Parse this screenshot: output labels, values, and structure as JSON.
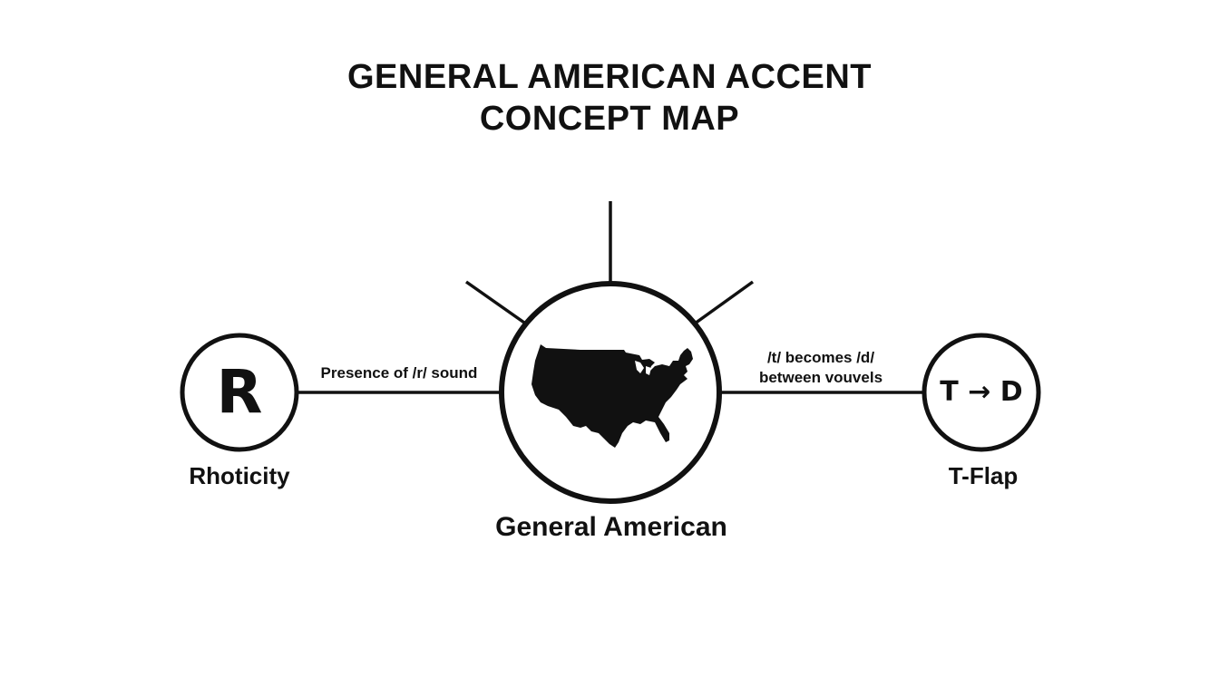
{
  "title": {
    "line1": "GENERAL AMERICAN ACCENT",
    "line2": "CONCEPT MAP"
  },
  "center_node": {
    "label": "General American",
    "icon": "usa-map-silhouette"
  },
  "nodes": [
    {
      "id": "rhoticity",
      "label": "Rhoticity",
      "icon_text": "R",
      "edge_label": "Presence of /r/ sound"
    },
    {
      "id": "t-flap",
      "label": "T-Flap",
      "icon_text": "T → D",
      "edge_label_line1": "/t/ becomes /d/",
      "edge_label_line2": "between vouvels"
    }
  ],
  "colors": {
    "stroke": "#111111",
    "background": "#ffffff"
  }
}
